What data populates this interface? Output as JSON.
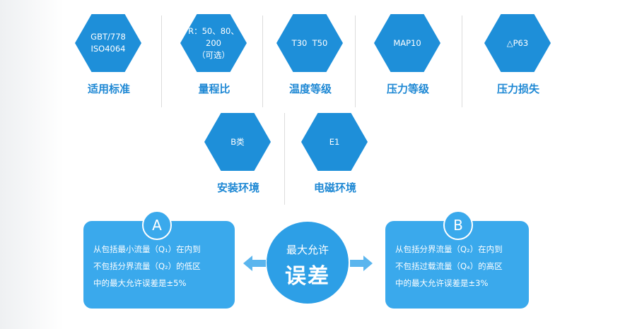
{
  "colors": {
    "hex": "#1e8fd9",
    "label": "#1e88d4",
    "card": "#3aa9ec",
    "circle": "#2d9fe6",
    "arrow": "#5ab5ee"
  },
  "specs": [
    {
      "hex_lines": [
        "GBT/778",
        "ISO4064"
      ],
      "label": "适用标准"
    },
    {
      "hex_lines": [
        "R：50、80、",
        "200",
        "（可选）"
      ],
      "label": "量程比"
    },
    {
      "hex_lines": [
        "T30  T50"
      ],
      "label": "温度等级"
    },
    {
      "hex_lines": [
        "MAP10"
      ],
      "label": "压力等级"
    },
    {
      "hex_lines": [
        "△P63"
      ],
      "label": "压力损失"
    },
    {
      "hex_lines": [
        "B类"
      ],
      "label": "安装环境"
    },
    {
      "hex_lines": [
        "E1"
      ],
      "label": "电磁环境"
    }
  ],
  "error": {
    "center_small": "最大允许",
    "center_big": "误差",
    "a": {
      "badge": "A",
      "lines": [
        "从包括最小流量（Q₁）在内到",
        "不包括分界流量（Q₂）的低区",
        "中的最大允许误差是±5%"
      ]
    },
    "b": {
      "badge": "B",
      "lines": [
        "从包括分界流量（Q₂）在内到",
        "不包括过载流量（Q₄）的高区",
        "中的最大允许误差是±3%"
      ]
    }
  }
}
